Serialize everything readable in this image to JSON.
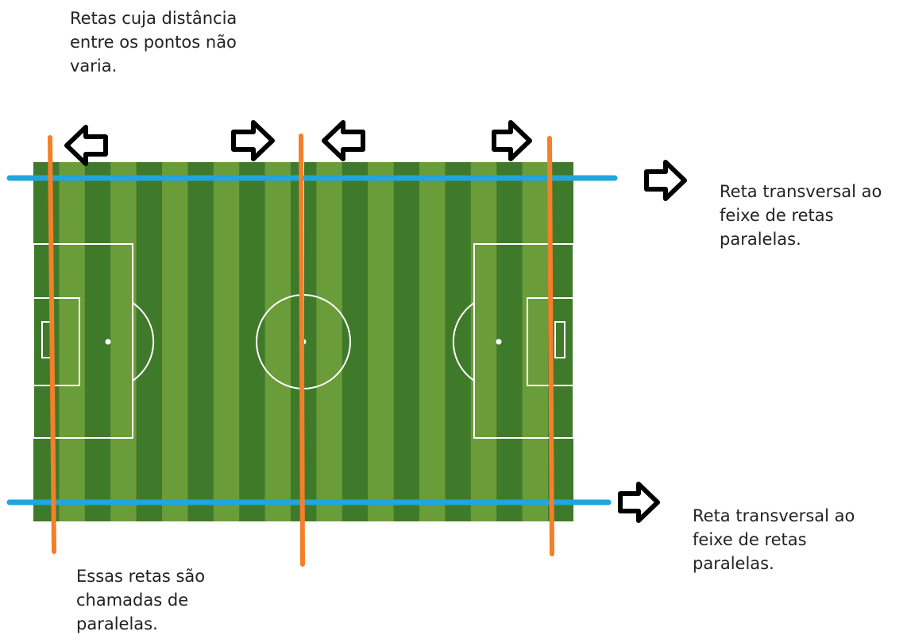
{
  "colors": {
    "field_dark": "#3f7a2a",
    "field_light": "#6b9c3a",
    "field_lines": "#ffffff",
    "parallel_lines": "#f47f2a",
    "transversal_lines": "#1ea6dd",
    "arrows": "#000000",
    "text": "#222222"
  },
  "labels": {
    "top_left": {
      "line1": "Retas cuja distância",
      "line2": "entre os pontos não",
      "line3": "varia."
    },
    "right_upper": {
      "line1": "Reta transversal ao",
      "line2": "feixe de retas",
      "line3": "paralelas."
    },
    "right_lower": {
      "line1": "Reta transversal ao",
      "line2": "feixe de retas",
      "line3": "paralelas."
    },
    "bottom_left": {
      "line1": "Essas retas são",
      "line2": "chamadas de",
      "line3": "paralelas."
    }
  },
  "icons": {
    "arrow_left": "arrow-left-icon",
    "arrow_right": "arrow-right-icon"
  }
}
